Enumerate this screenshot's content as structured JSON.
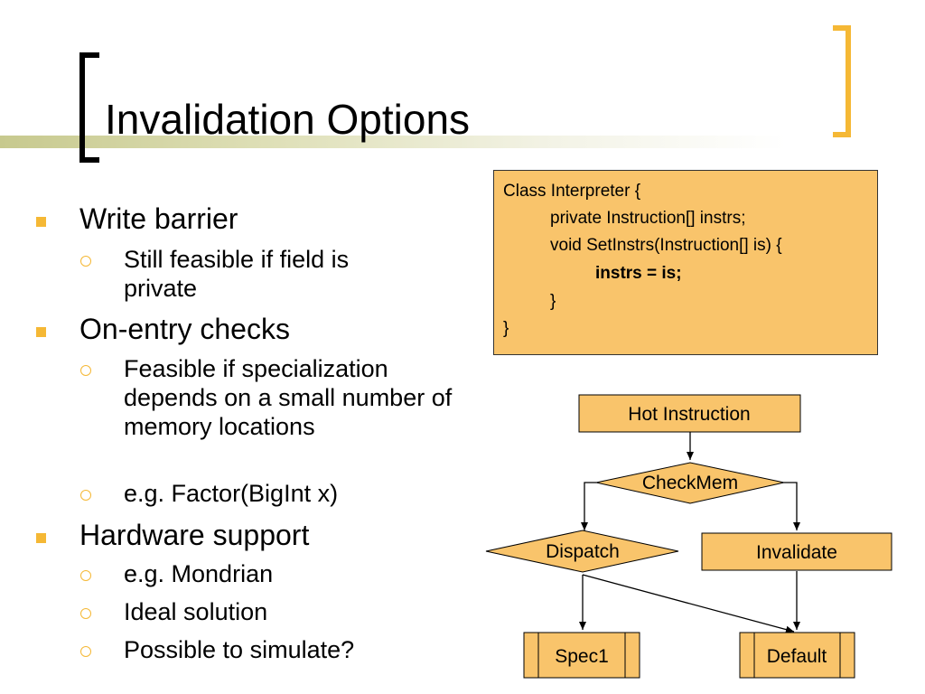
{
  "slide": {
    "title": "Invalidation Options"
  },
  "bullets": [
    {
      "text": "Write barrier",
      "sub": [
        "Still feasible if field is private"
      ]
    },
    {
      "text": "On-entry checks",
      "sub": [
        "Feasible if specialization depends on a small number of memory locations",
        "e.g. Factor(BigInt x)"
      ]
    },
    {
      "text": "Hardware support",
      "sub": [
        "e.g. Mondrian",
        "Ideal solution",
        "Possible to simulate?"
      ]
    }
  ],
  "code": {
    "lines": [
      "Class Interpreter {",
      "private Instruction[] instrs;",
      "void SetInstrs(Instruction[] is) {",
      "instrs = is;",
      "}",
      "}"
    ]
  },
  "flowchart": {
    "hot_instruction": "Hot Instruction",
    "checkmem": "CheckMem",
    "dispatch": "Dispatch",
    "invalidate": "Invalidate",
    "spec1": "Spec1",
    "default": "Default"
  },
  "colors": {
    "accent": "#f5b835",
    "box_fill": "#f9c46b",
    "code_fill": "#f9c46b"
  }
}
